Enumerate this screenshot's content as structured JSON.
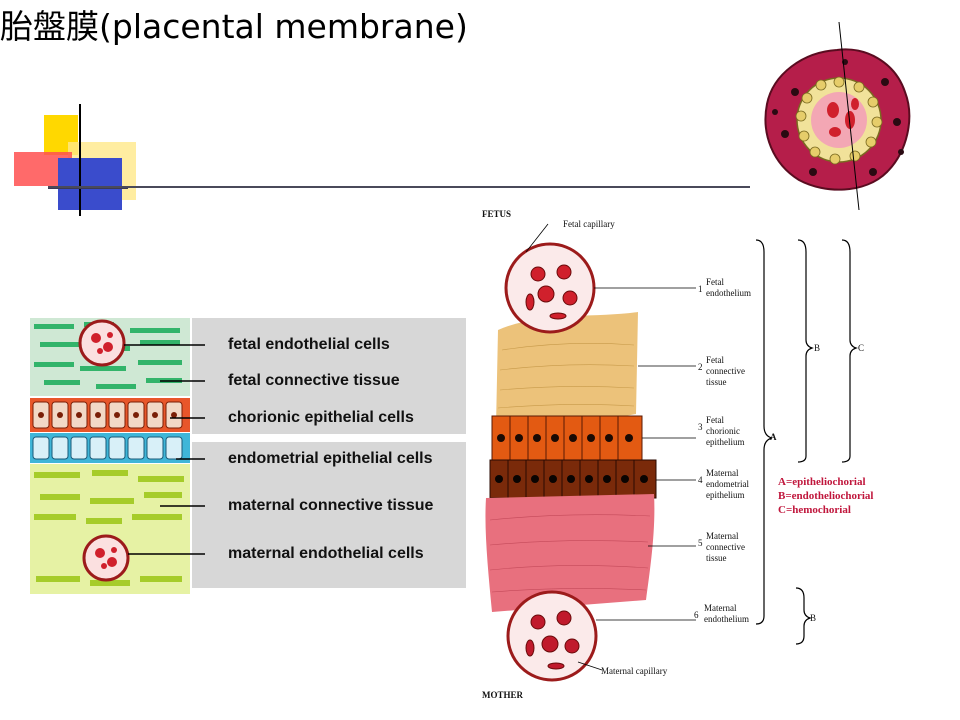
{
  "slide": {
    "title": "胎盤膜(placental membrane)"
  },
  "left_figure": {
    "labels": [
      "fetal endothelial cells",
      "fetal connective tissue",
      "chorionic epithelial cells",
      "endometrial epithelial cells",
      "maternal connective tissue",
      "maternal endothelial cells"
    ]
  },
  "right_figure": {
    "top_label": "FETUS",
    "bottom_label": "MOTHER",
    "fetal_capillary": "Fetal capillary",
    "maternal_capillary": "Maternal capillary",
    "layers": [
      {
        "num": "1",
        "lines": [
          "Fetal",
          "endothelium"
        ]
      },
      {
        "num": "2",
        "lines": [
          "Fetal",
          "connective",
          "tissue"
        ]
      },
      {
        "num": "3",
        "lines": [
          "Fetal",
          "chorionic",
          "epithelium"
        ]
      },
      {
        "num": "4",
        "lines": [
          "Maternal",
          "endometrial",
          "epithelium"
        ]
      },
      {
        "num": "5",
        "lines": [
          "Maternal",
          "connective",
          "tissue"
        ]
      },
      {
        "num": "6",
        "lines": [
          "Maternal",
          "endothelium"
        ]
      }
    ],
    "brace_labels": {
      "A": "A",
      "B_upper": "B",
      "C": "C",
      "B_lower": "B"
    },
    "legend": [
      "A=epitheliochorial",
      "B=endotheliochorial",
      "C=hemochorial"
    ]
  }
}
